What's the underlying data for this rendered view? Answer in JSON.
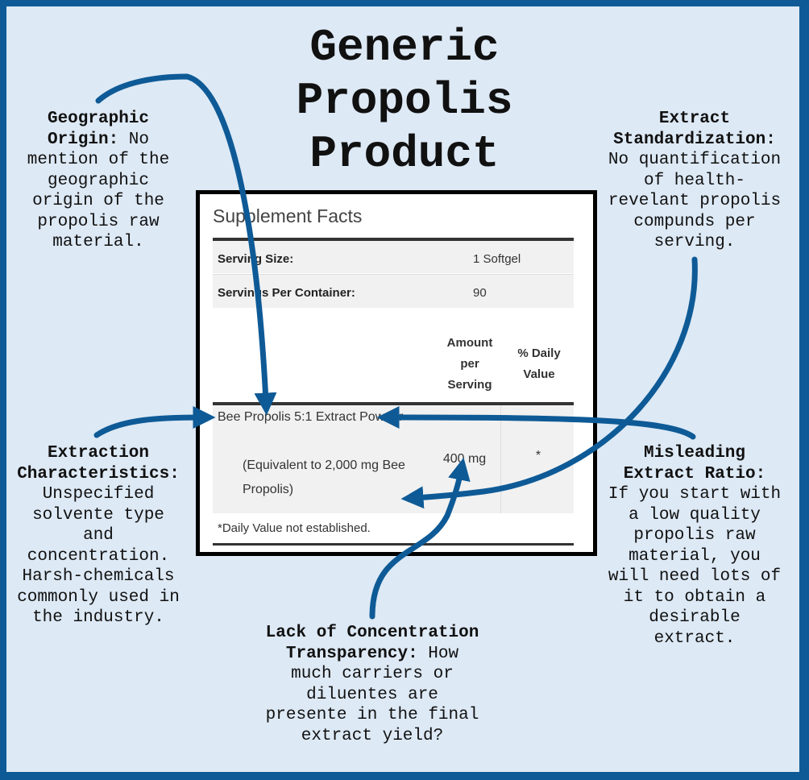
{
  "title": "Generic Propolis Product",
  "supplement_facts": {
    "heading": "Supplement Facts",
    "serving_size_label": "Serving Size:",
    "serving_size_value": "1 Softgel",
    "servings_label": "Servings Per Container:",
    "servings_value": "90",
    "col_amount": "Amount per Serving",
    "col_daily": "% Daily Value",
    "ingredient_name": "Bee Propolis 5:1 Extract Powder",
    "ingredient_note": "(Equivalent to 2,000 mg Bee Propolis)",
    "ingredient_amount": "400 mg",
    "ingredient_daily": "*",
    "footnote": "*Daily Value not established."
  },
  "annotations": {
    "geographic": {
      "title": "Geographic Origin:",
      "body": "No mention of the geographic origin of the propolis raw material."
    },
    "standardization": {
      "title": "Extract Standardization:",
      "body": "No quantification of health-revelant propolis compunds per serving."
    },
    "extraction": {
      "title": "Extraction Characteristics:",
      "body": "Unspecified solvente type and concentration. Harsh-chemicals commonly used in the industry."
    },
    "ratio": {
      "title": "Misleading Extract Ratio:",
      "body": "If you start with a low quality propolis raw material, you will need lots of it to obtain a desirable extract."
    },
    "concentration": {
      "title": "Lack of Concentration Transparency:",
      "body": "How much carriers or diluentes are presente in the final extract yield?"
    }
  },
  "colors": {
    "accent": "#0e5a96",
    "background": "#dde9f5"
  }
}
